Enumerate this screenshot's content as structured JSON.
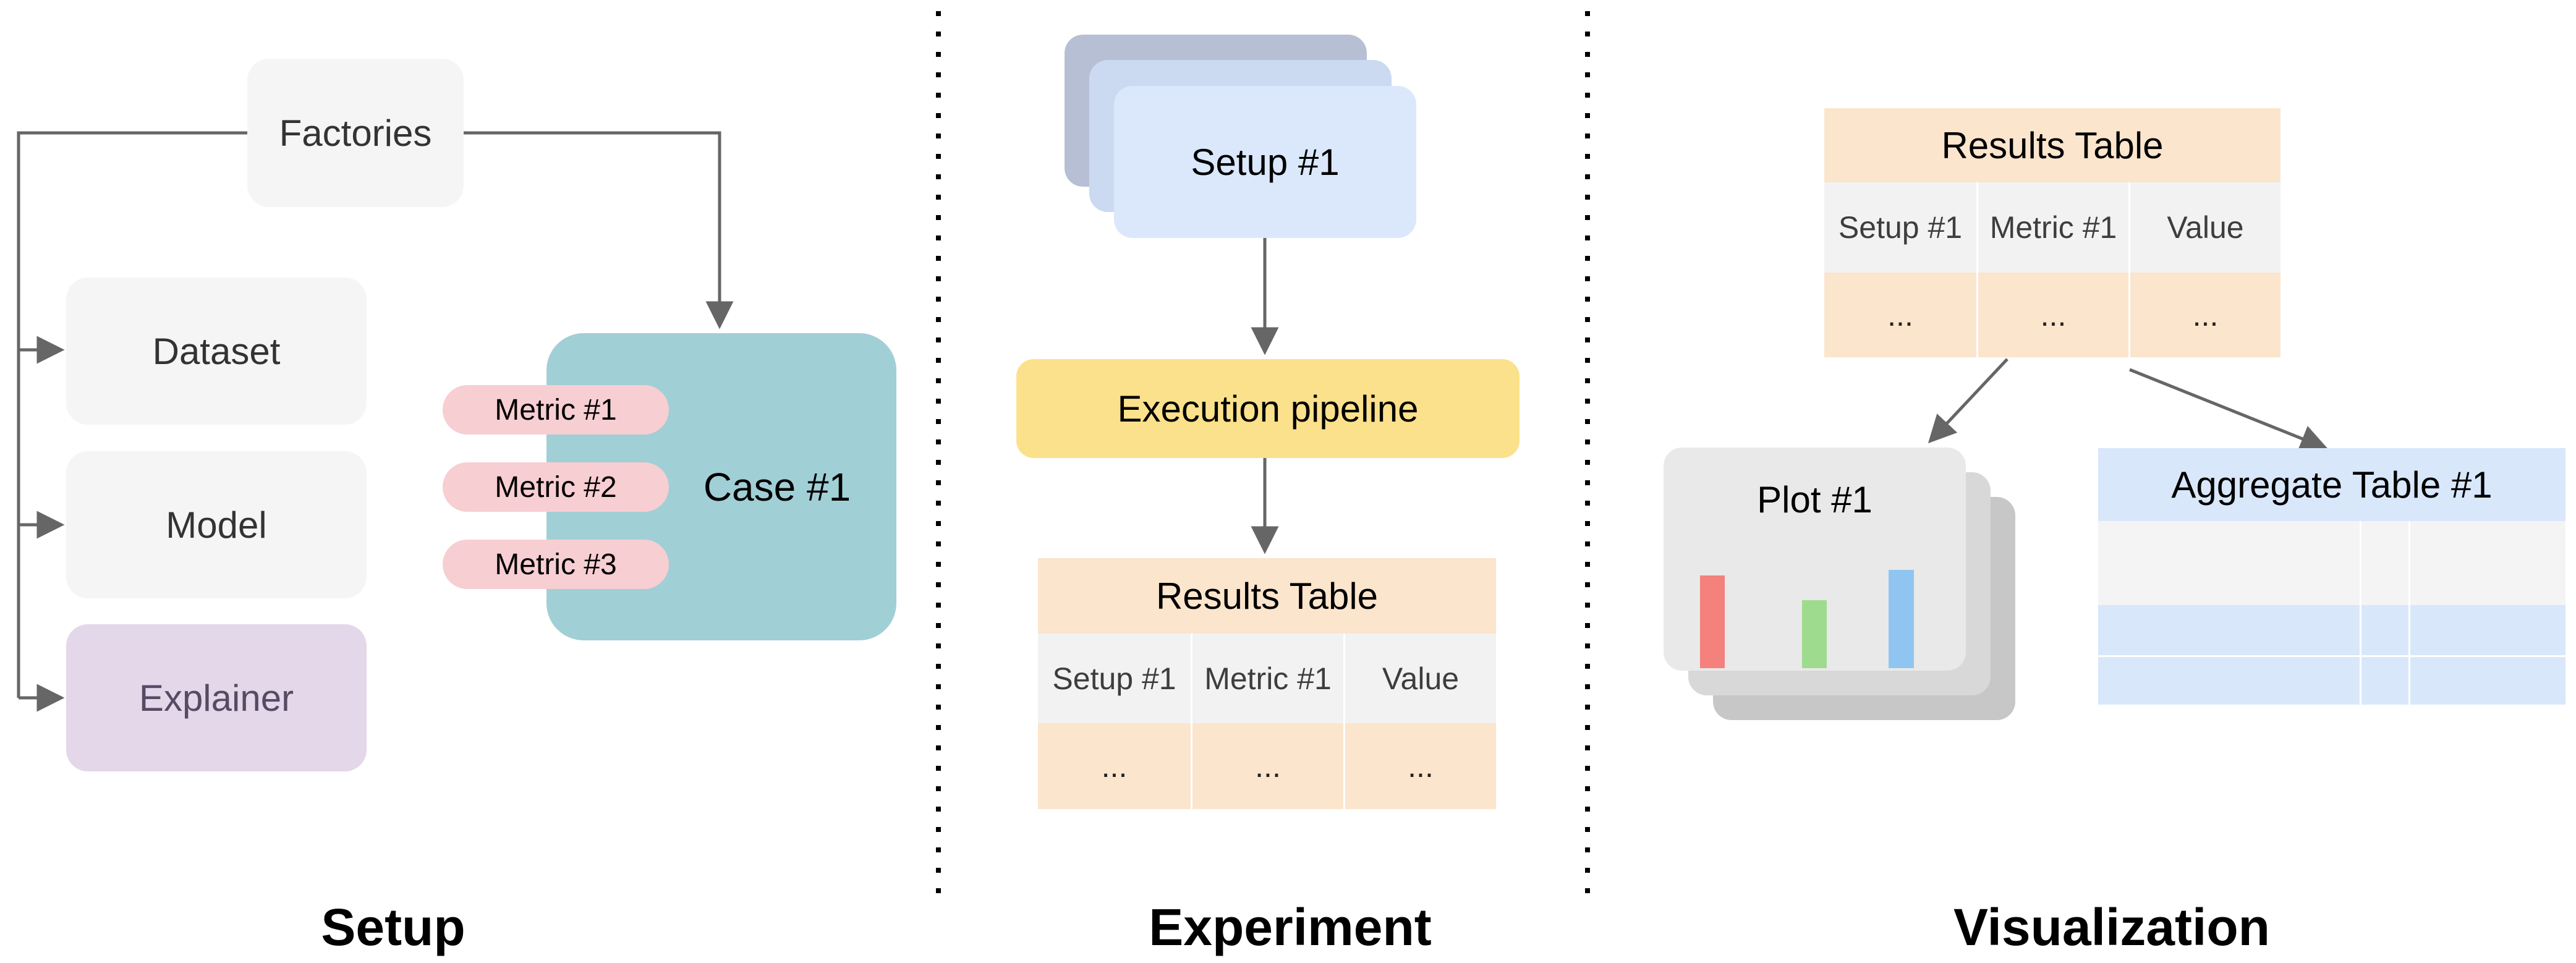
{
  "colors": {
    "box_gray": "#f5f5f5",
    "explainer_purple": "#e3d7e9",
    "explainer_text": "#574a64",
    "case_teal": "#a1cfd6",
    "metric_pink": "#f7ced2",
    "card_blue_front": "#dbe8fb",
    "card_blue_mid": "#cbd9f1",
    "card_blue_back": "#b6bfd4",
    "pipeline_yellow": "#fbe18b",
    "table_peach": "#fce5cd",
    "table_gray_row": "#f2f2f2",
    "agg_blue": "#d9e7fb",
    "agg_gray_row": "#f4f4f4",
    "plot_card_front": "#e9e9e9",
    "plot_card_mid": "#d8d8d8",
    "plot_card_back": "#c7c7c7",
    "bar_red": "#f4817b",
    "bar_green": "#9fdb8f",
    "bar_blue": "#90c5f1",
    "arrow_gray": "#666666"
  },
  "setup": {
    "section_label": "Setup",
    "factories_label": "Factories",
    "dataset_label": "Dataset",
    "model_label": "Model",
    "explainer_label": "Explainer",
    "case_label": "Case #1",
    "metrics": [
      "Metric #1",
      "Metric #2",
      "Metric #3"
    ]
  },
  "experiment": {
    "section_label": "Experiment",
    "setup_card_label": "Setup #1",
    "pipeline_label": "Execution pipeline",
    "results_table": {
      "title": "Results Table",
      "columns": [
        "Setup #1",
        "Metric #1",
        "Value"
      ],
      "row": [
        "...",
        "...",
        "..."
      ]
    }
  },
  "visualization": {
    "section_label": "Visualization",
    "results_table": {
      "title": "Results Table",
      "columns": [
        "Setup #1",
        "Metric #1",
        "Value"
      ],
      "row": [
        "...",
        "...",
        "..."
      ]
    },
    "plot": {
      "label": "Plot #1"
    },
    "aggregate_table": {
      "title": "Aggregate Table #1"
    }
  }
}
